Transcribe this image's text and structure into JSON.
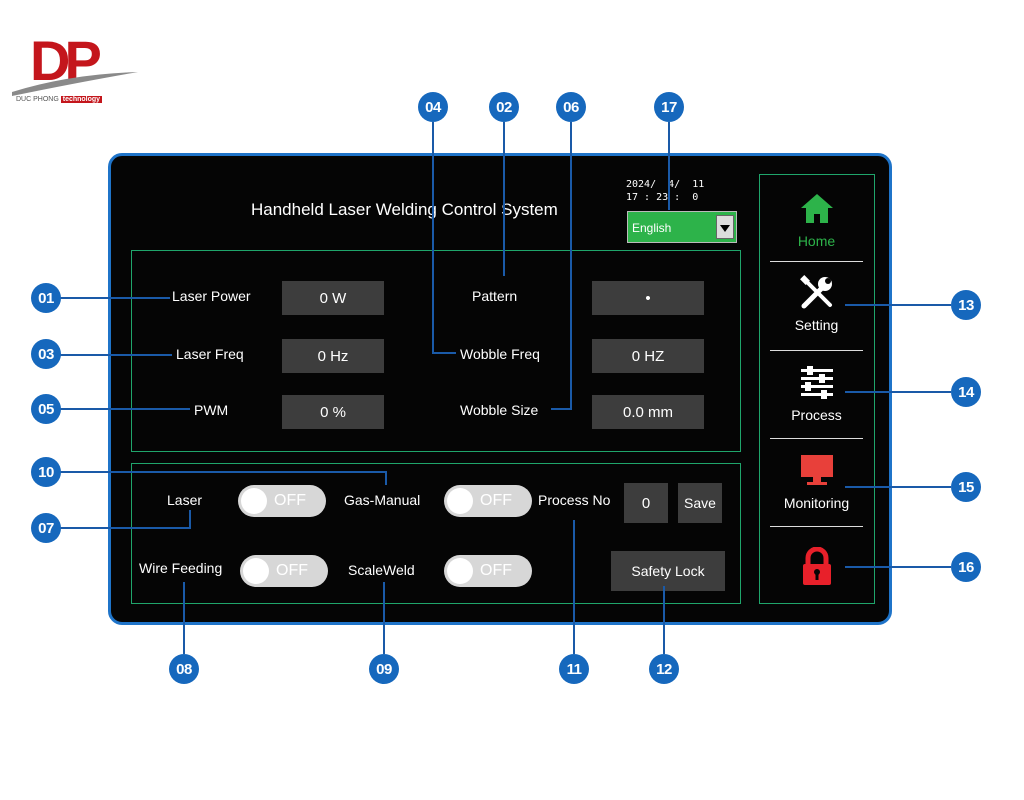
{
  "logo": {
    "letters": "DP",
    "company": "DUC PHONG",
    "tagline": "technology"
  },
  "header": {
    "title": "Handheld Laser Welding Control System",
    "date": "2024/  4/  11",
    "time": "17 : 23 :  0",
    "language": "English"
  },
  "params": {
    "laser_power": {
      "label": "Laser Power",
      "value": "0 W"
    },
    "laser_freq": {
      "label": "Laser Freq",
      "value": "0 Hz"
    },
    "pwm": {
      "label": "PWM",
      "value": "0 %"
    },
    "pattern": {
      "label": "Pattern",
      "value": "•"
    },
    "wobble_freq": {
      "label": "Wobble Freq",
      "value": "0 HZ"
    },
    "wobble_size": {
      "label": "Wobble Size",
      "value": "0.0 mm"
    }
  },
  "controls": {
    "laser": {
      "label": "Laser",
      "state": "OFF"
    },
    "gas_manual": {
      "label": "Gas-Manual",
      "state": "OFF"
    },
    "wire_feeding": {
      "label": "Wire Feeding",
      "state": "OFF"
    },
    "scale_weld": {
      "label": "ScaleWeld",
      "state": "OFF"
    },
    "process_no": {
      "label": "Process No",
      "value": "0"
    },
    "save": "Save",
    "safety_lock": "Safety Lock"
  },
  "sidebar": {
    "home": "Home",
    "setting": "Setting",
    "process": "Process",
    "monitoring": "Monitoring"
  },
  "callouts": {
    "c01": "01",
    "c02": "02",
    "c03": "03",
    "c04": "04",
    "c05": "05",
    "c06": "06",
    "c07": "07",
    "c08": "08",
    "c09": "09",
    "c10": "10",
    "c11": "11",
    "c12": "12",
    "c13": "13",
    "c14": "14",
    "c15": "15",
    "c16": "16",
    "c17": "17"
  },
  "colors": {
    "accent_green": "#1fa56b",
    "frame_blue": "#1f74c9",
    "callout_blue": "#1668bd",
    "lock_red": "#e8202a",
    "monitor_red": "#e8403a",
    "home_green": "#2db34a"
  }
}
